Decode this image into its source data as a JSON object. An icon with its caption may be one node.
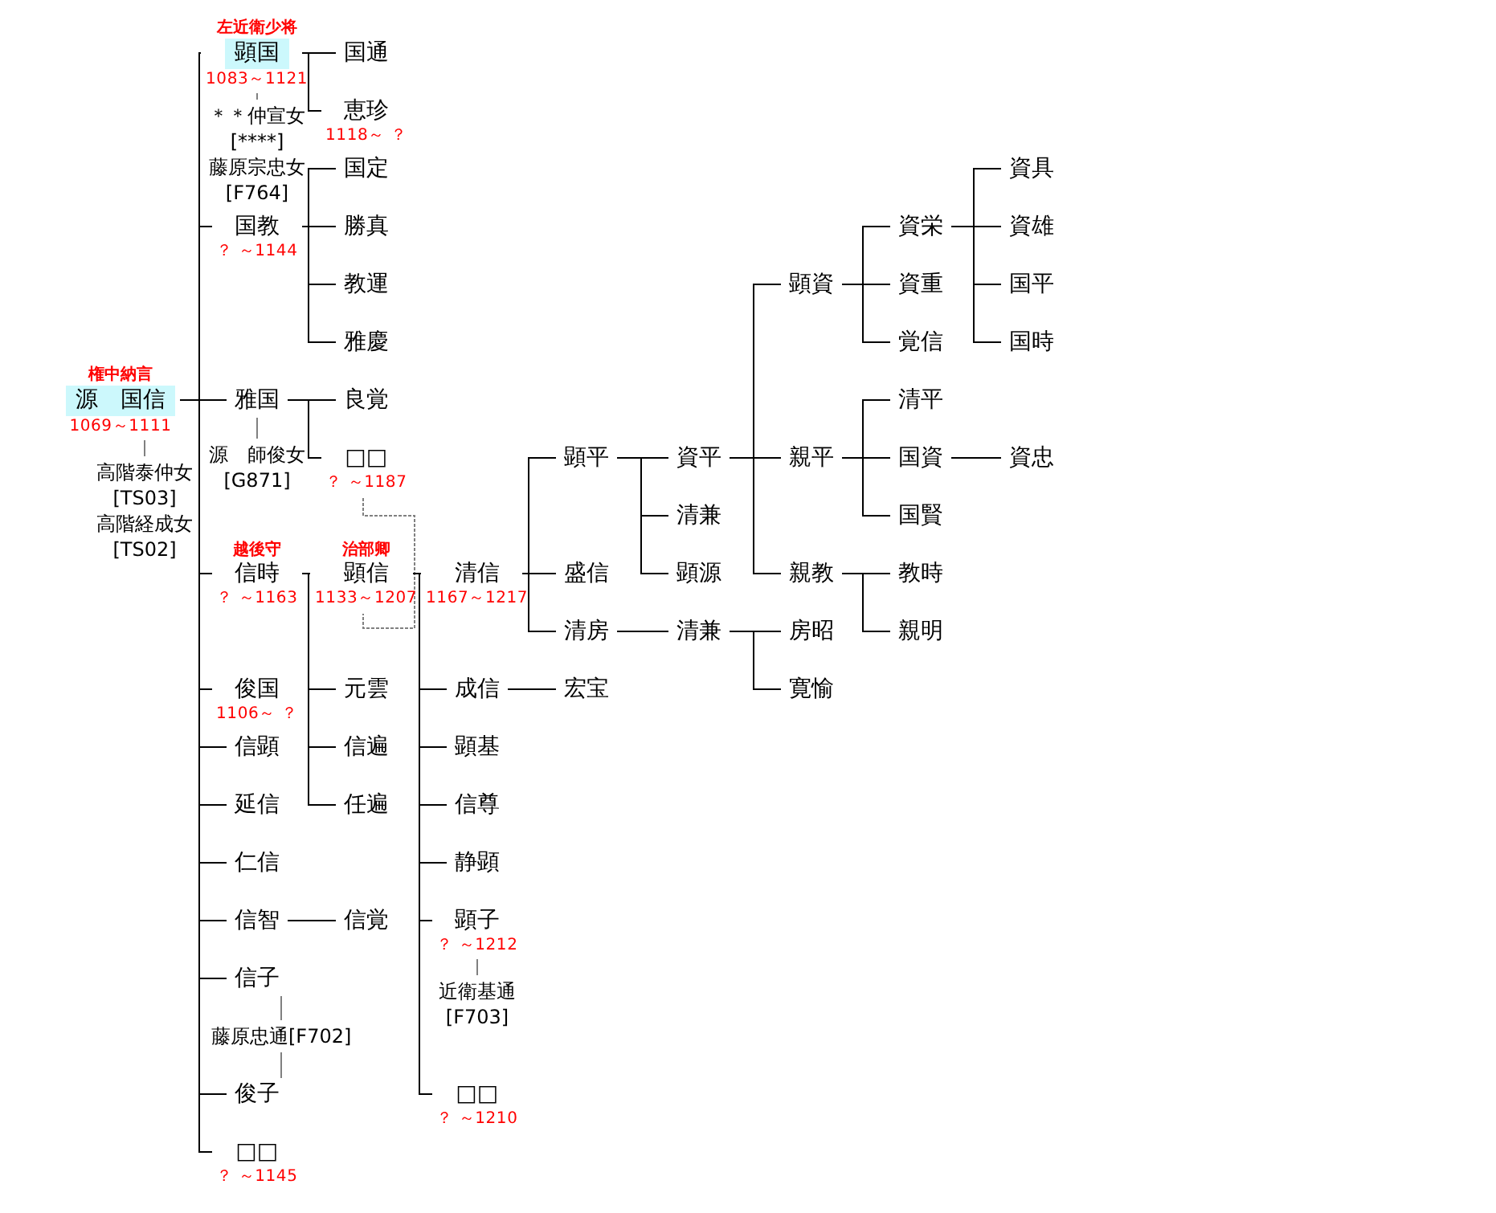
{
  "diagram": {
    "nodes": [
      {
        "text": [
          "源　国信"
        ],
        "beside": [
          "権中納言",
          "1069～1111"
        ]
      },
      {
        "text": [
          "高階泰仲女",
          "[TS03]"
        ]
      },
      {
        "text": [
          "高階経成女",
          "[TS02]"
        ]
      },
      {
        "text": [
          "顕国"
        ],
        "beside": [
          "左近衛少将",
          "1083～1121"
        ]
      },
      {
        "text": [
          "＊＊仲宣女",
          "[****]"
        ]
      },
      {
        "text": [
          "藤原宗忠女",
          "[F764]"
        ]
      },
      {
        "text": [
          "国教"
        ],
        "beside": [
          "？ ～1144"
        ]
      },
      {
        "text": [
          "雅国"
        ]
      },
      {
        "text": [
          "源　師俊女",
          "[G871]"
        ]
      },
      {
        "text": [
          "信時"
        ],
        "beside": [
          "越後守",
          "？ ～1163"
        ]
      },
      {
        "text": [
          "俊国"
        ],
        "beside": [
          "1106～ ？"
        ]
      },
      {
        "text": [
          "信顕"
        ]
      },
      {
        "text": [
          "延信"
        ]
      },
      {
        "text": [
          "仁信"
        ]
      },
      {
        "text": [
          "信智"
        ]
      },
      {
        "text": [
          "信子"
        ]
      },
      {
        "text": [
          "藤原忠通[F702]"
        ]
      },
      {
        "text": [
          "俊子"
        ]
      },
      {
        "text": [
          "□□"
        ],
        "beside": [
          "？ ～1145"
        ]
      },
      {
        "text": [
          "国通"
        ]
      },
      {
        "text": [
          "恵珍"
        ],
        "beside": [
          "1118～ ？"
        ]
      },
      {
        "text": [
          "国定"
        ]
      },
      {
        "text": [
          "勝真"
        ]
      },
      {
        "text": [
          "教運"
        ]
      },
      {
        "text": [
          "雅慶"
        ]
      },
      {
        "text": [
          "良覚"
        ]
      },
      {
        "text": [
          "□□"
        ],
        "beside": [
          "？ ～1187"
        ]
      },
      {
        "text": [
          "顕信"
        ],
        "beside": [
          "治部卿",
          "1133～1207"
        ]
      },
      {
        "text": [
          "元雲"
        ]
      },
      {
        "text": [
          "信遍"
        ]
      },
      {
        "text": [
          "任遍"
        ]
      },
      {
        "text": [
          "信覚"
        ]
      },
      {
        "text": [
          "清信"
        ],
        "beside": [
          "1167～1217"
        ]
      },
      {
        "text": [
          "成信"
        ]
      },
      {
        "text": [
          "顕基"
        ]
      },
      {
        "text": [
          "信尊"
        ]
      },
      {
        "text": [
          "静顕"
        ]
      },
      {
        "text": [
          "顕子"
        ],
        "beside": [
          "？ ～1212"
        ]
      },
      {
        "text": [
          "近衛基通",
          "[F703]"
        ]
      },
      {
        "text": [
          "□□"
        ],
        "beside": [
          "？ ～1210"
        ]
      },
      {
        "text": [
          "顕平"
        ]
      },
      {
        "text": [
          "盛信"
        ]
      },
      {
        "text": [
          "清房"
        ]
      },
      {
        "text": [
          "宏宝"
        ]
      },
      {
        "text": [
          "資平"
        ]
      },
      {
        "text": [
          "清兼"
        ]
      },
      {
        "text": [
          "顕源"
        ]
      },
      {
        "text": [
          "清兼"
        ]
      },
      {
        "text": [
          "顕資"
        ]
      },
      {
        "text": [
          "親平"
        ]
      },
      {
        "text": [
          "親教"
        ]
      },
      {
        "text": [
          "房昭"
        ]
      },
      {
        "text": [
          "寛愉"
        ]
      },
      {
        "text": [
          "資栄"
        ]
      },
      {
        "text": [
          "資重"
        ]
      },
      {
        "text": [
          "覚信"
        ]
      },
      {
        "text": [
          "清平"
        ]
      },
      {
        "text": [
          "国資"
        ]
      },
      {
        "text": [
          "国賢"
        ]
      },
      {
        "text": [
          "教時"
        ]
      },
      {
        "text": [
          "親明"
        ]
      },
      {
        "text": [
          "資具"
        ]
      },
      {
        "text": [
          "資雄"
        ]
      },
      {
        "text": [
          "国平"
        ]
      },
      {
        "text": [
          "国時"
        ]
      },
      {
        "text": [
          "資忠"
        ]
      }
    ],
    "edges": [
      {
        "from": 0,
        "to": 1,
        "arrow": "none",
        "color": "#808080"
      },
      {
        "from": 3,
        "to": 4,
        "arrow": "none",
        "color": "#808080"
      },
      {
        "from": 7,
        "to": 8,
        "arrow": "none",
        "color": "#808080"
      },
      {
        "from": 15,
        "to": 16,
        "arrow": "none",
        "color": "#808080"
      },
      {
        "from": 16,
        "to": 17,
        "arrow": "none",
        "color": "#808080"
      },
      {
        "from": 37,
        "to": 38,
        "arrow": "none",
        "color": "#808080"
      },
      {
        "from": 26,
        "to": 27,
        "arrow": "none",
        "style": "dashed",
        "color": "#808080"
      },
      {
        "from": 0,
        "to": 3,
        "arrow": "none"
      },
      {
        "from": 0,
        "to": 6,
        "arrow": "none"
      },
      {
        "from": 0,
        "to": 7,
        "arrow": "none"
      },
      {
        "from": 0,
        "to": 9,
        "arrow": "none"
      },
      {
        "from": 0,
        "to": 10,
        "arrow": "none"
      },
      {
        "from": 0,
        "to": 11,
        "arrow": "none"
      },
      {
        "from": 0,
        "to": 12,
        "arrow": "none"
      },
      {
        "from": 0,
        "to": 13,
        "arrow": "none"
      },
      {
        "from": 0,
        "to": 14,
        "arrow": "none"
      },
      {
        "from": 0,
        "to": 15,
        "arrow": "none"
      },
      {
        "from": 0,
        "to": 17,
        "arrow": "none"
      },
      {
        "from": 0,
        "to": 18,
        "arrow": "none"
      },
      {
        "from": 3,
        "to": 19,
        "arrow": "none"
      },
      {
        "from": 3,
        "to": 20,
        "arrow": "none"
      },
      {
        "from": 6,
        "to": 21,
        "arrow": "none"
      },
      {
        "from": 6,
        "to": 22,
        "arrow": "none"
      },
      {
        "from": 6,
        "to": 23,
        "arrow": "none"
      },
      {
        "from": 6,
        "to": 24,
        "arrow": "none"
      },
      {
        "from": 7,
        "to": 25,
        "arrow": "none"
      },
      {
        "from": 7,
        "to": 26,
        "arrow": "none"
      },
      {
        "from": 9,
        "to": 27,
        "arrow": "none"
      },
      {
        "from": 9,
        "to": 28,
        "arrow": "none"
      },
      {
        "from": 9,
        "to": 29,
        "arrow": "none"
      },
      {
        "from": 9,
        "to": 30,
        "arrow": "none"
      },
      {
        "from": 14,
        "to": 31,
        "arrow": "none"
      },
      {
        "from": 27,
        "to": 32,
        "arrow": "none"
      },
      {
        "from": 27,
        "to": 33,
        "arrow": "none"
      },
      {
        "from": 27,
        "to": 34,
        "arrow": "none"
      },
      {
        "from": 27,
        "to": 35,
        "arrow": "none"
      },
      {
        "from": 27,
        "to": 36,
        "arrow": "none"
      },
      {
        "from": 27,
        "to": 37,
        "arrow": "none"
      },
      {
        "from": 27,
        "to": 39,
        "arrow": "none"
      },
      {
        "from": 32,
        "to": 40,
        "arrow": "none"
      },
      {
        "from": 32,
        "to": 41,
        "arrow": "none"
      },
      {
        "from": 32,
        "to": 42,
        "arrow": "none"
      },
      {
        "from": 33,
        "to": 43,
        "arrow": "none"
      },
      {
        "from": 40,
        "to": 44,
        "arrow": "none"
      },
      {
        "from": 40,
        "to": 45,
        "arrow": "none"
      },
      {
        "from": 40,
        "to": 46,
        "arrow": "none"
      },
      {
        "from": 42,
        "to": 47,
        "arrow": "none"
      },
      {
        "from": 44,
        "to": 48,
        "arrow": "none"
      },
      {
        "from": 44,
        "to": 49,
        "arrow": "none"
      },
      {
        "from": 44,
        "to": 50,
        "arrow": "none"
      },
      {
        "from": 47,
        "to": 51,
        "arrow": "none"
      },
      {
        "from": 47,
        "to": 52,
        "arrow": "none"
      },
      {
        "from": 48,
        "to": 53,
        "arrow": "none"
      },
      {
        "from": 48,
        "to": 54,
        "arrow": "none"
      },
      {
        "from": 48,
        "to": 55,
        "arrow": "none"
      },
      {
        "from": 49,
        "to": 56,
        "arrow": "none"
      },
      {
        "from": 49,
        "to": 57,
        "arrow": "none"
      },
      {
        "from": 49,
        "to": 58,
        "arrow": "none"
      },
      {
        "from": 50,
        "to": 59,
        "arrow": "none"
      },
      {
        "from": 50,
        "to": 60,
        "arrow": "none"
      },
      {
        "from": 53,
        "to": 61,
        "arrow": "none"
      },
      {
        "from": 53,
        "to": 62,
        "arrow": "none"
      },
      {
        "from": 53,
        "to": 63,
        "arrow": "none"
      },
      {
        "from": 53,
        "to": 64,
        "arrow": "none"
      },
      {
        "from": 57,
        "to": 65,
        "arrow": "none"
      }
    ]
  }
}
